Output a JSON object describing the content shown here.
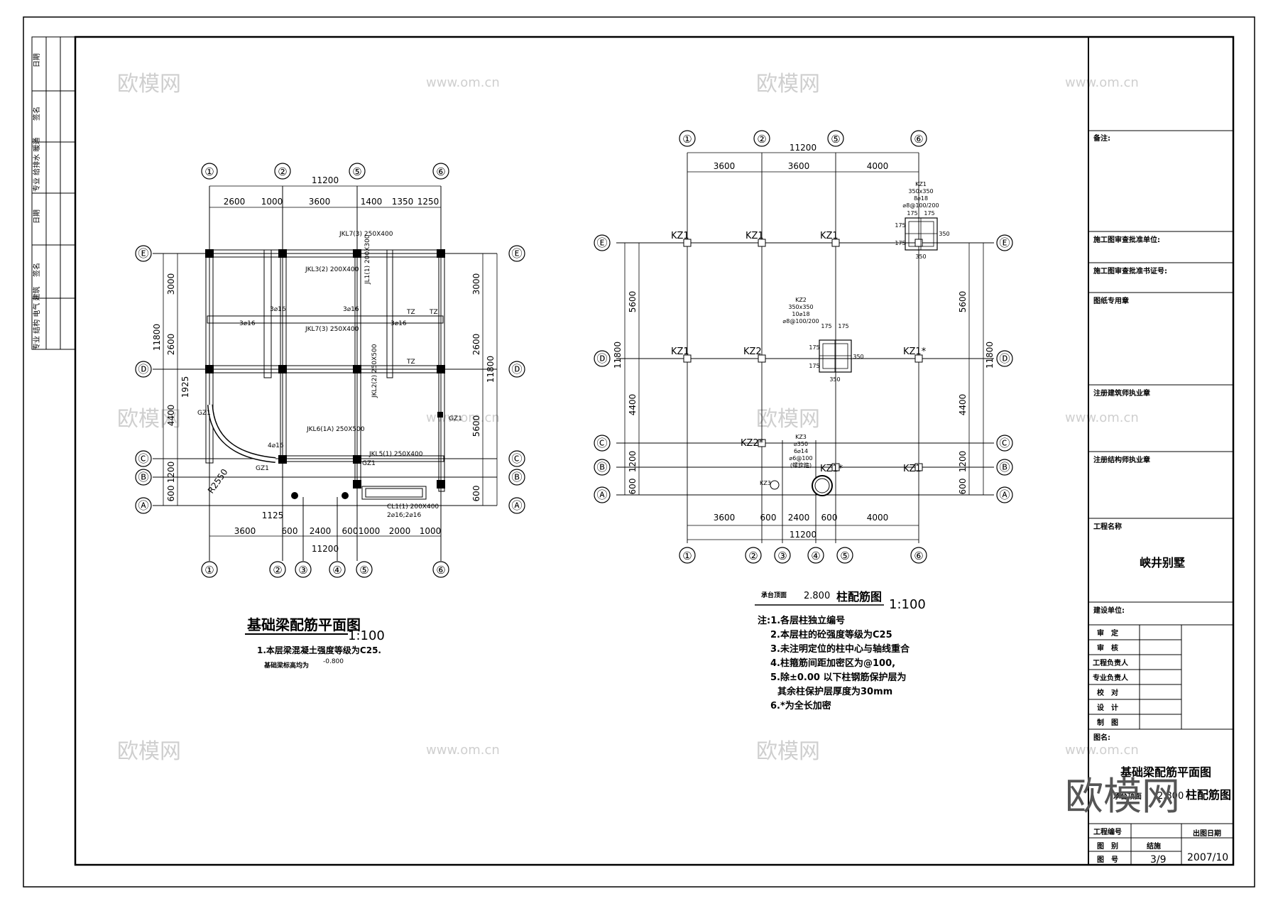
{
  "left_drawing": {
    "axis_top": [
      "①",
      "②",
      "⑤",
      "⑥"
    ],
    "axis_bottom": [
      "①",
      "②",
      "③",
      "④",
      "⑤",
      "⑥"
    ],
    "axis_rows": [
      "Ⓔ",
      "Ⓓ",
      "Ⓒ",
      "Ⓑ",
      "Ⓐ"
    ],
    "overall_width": "11200",
    "top_dims": [
      "2600",
      "1000",
      "3600",
      "1400",
      "1350",
      "1250"
    ],
    "bottom_dims_1": [
      "1125"
    ],
    "bottom_dims_2": [
      "3600",
      "600",
      "2400",
      "600",
      "1000",
      "2000",
      "1000"
    ],
    "left_dims": [
      "3000",
      "2600",
      "1925",
      "4400",
      "1200",
      "600"
    ],
    "left_total": "11800",
    "right_dims": [
      "3000",
      "2600",
      "5600",
      "600"
    ],
    "right_total": "11800",
    "radius_label": "R2550",
    "labels": {
      "jkl7": "JKL7(3) 250X400",
      "gz1_a": "GZ1",
      "gz1_b": "GZ1",
      "gz1_c": "GZ1",
      "gz1_d": "GZ1",
      "tz_a": "TZ",
      "tz_b": "TZ",
      "tz_c": "TZ",
      "cl1": "CL1(1) 200X400",
      "cl1_b": "2⌀16;2⌀16",
      "jl1": "JL1(1) 200X300",
      "jkl3": "JKL3(2) 200X400",
      "jkl7b": "JKL7(3) 250X400",
      "jkl5": "JKL5(1) 250X400",
      "jkl6": "JKL6(1A) 250X500",
      "jkl2": "JKL2(2) 250X500",
      "bar1": "3⌀16",
      "bar2": "3⌀16",
      "bar3": "3⌀16",
      "bar4": "3⌀16",
      "bar5": "4⌀16"
    },
    "title": "基础梁配筋平面图",
    "scale": "1:100",
    "note1": "1.本层梁混凝土强度等级为C25.",
    "note2": "基础梁标高均为",
    "note2_level": "-0.800"
  },
  "right_drawing": {
    "axis_top": [
      "①",
      "②",
      "⑤",
      "⑥"
    ],
    "axis_bottom": [
      "①",
      "②",
      "③",
      "④",
      "⑤",
      "⑥"
    ],
    "axis_rows": [
      "Ⓔ",
      "Ⓓ",
      "Ⓒ",
      "Ⓑ",
      "Ⓐ"
    ],
    "overall_width": "11200",
    "top_dims": [
      "3600",
      "3600",
      "4000"
    ],
    "bottom_dims": [
      "3600",
      "600",
      "2400",
      "600",
      "4000"
    ],
    "left_dims": [
      "5600",
      "4400",
      "1200",
      "600"
    ],
    "left_total": "11800",
    "right_dims": [
      "5600",
      "4400",
      "1200",
      "600"
    ],
    "right_total": "11800",
    "columns": {
      "e1": "KZ1",
      "e2": "KZ1",
      "e5": "KZ1",
      "d1": "KZ1",
      "d2": "KZ2",
      "d6": "KZ1*",
      "c2": "KZ2*",
      "b5": "KZ1*",
      "b6": "KZ1",
      "a_small": "KZ3"
    },
    "kz1_detail": [
      "KZ1",
      "350x350",
      "8⌀18",
      "⌀8@100/200"
    ],
    "kz1_dims": [
      "175",
      "175",
      "175",
      "175",
      "350",
      "350"
    ],
    "kz2_detail": [
      "KZ2",
      "350x350",
      "10⌀18",
      "⌀8@100/200"
    ],
    "kz2_dims": [
      "175",
      "175",
      "175",
      "175",
      "350",
      "350"
    ],
    "kz3_detail": [
      "KZ3",
      "⌀350",
      "6⌀14",
      "⌀6@100",
      "(螺旋箍)"
    ],
    "title_prefix": "承台顶面",
    "title_level": "2.800",
    "title": "柱配筋图",
    "scale": "1:100",
    "notes": [
      "注:1.各层柱独立编号",
      "2.本层柱的砼强度等级为C25",
      "3.未注明定位的柱中心与轴线重合",
      "4.柱箍筋间距加密区为@100,",
      "5.除±0.00 以下柱钢筋保护层为",
      "其余柱保护层厚度为30mm",
      "6.*为全长加密"
    ]
  },
  "left_strip": {
    "row1": [
      "日期",
      "签名",
      "专业 给排水 暖通"
    ],
    "row2": [
      "日期",
      "签名",
      "专业 结构 电气 建筑"
    ]
  },
  "title_block": {
    "remarks": "备注:",
    "approval_unit": "施工图审查批准单位:",
    "approval_cert": "施工图审查批准书证号:",
    "stamp": "图纸专用章",
    "architect_stamp": "注册建筑师执业章",
    "engineer_stamp": "注册结构师执业章",
    "project_name_label": "工程名称",
    "project_name": "峡井别墅",
    "client_label": "建设单位:",
    "signoff_rows": [
      "审　定",
      "审　核",
      "工程负责人",
      "专业负责人",
      "校　对",
      "设　计",
      "制　图"
    ],
    "drawing_name_label": "图名:",
    "drawing_name_1": "基础梁配筋平面图",
    "drawing_name_2_prefix": "承台顶面",
    "drawing_name_2_level": "2.800",
    "drawing_name_2": "柱配筋图",
    "project_no_label": "工程编号",
    "category_label": "图　别",
    "category_value": "结施",
    "sheet_no_label": "图　号",
    "sheet_no": "3/9",
    "date_label": "出图日期",
    "date_value": "2007/10"
  },
  "watermarks": {
    "brand": "欧模网",
    "url": "www.om.cn"
  }
}
